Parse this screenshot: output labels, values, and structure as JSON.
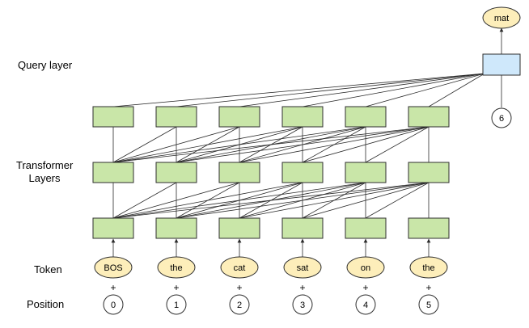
{
  "labels": {
    "query_layer": "Query layer",
    "transformer_layers": "Transformer\nLayers",
    "token": "Token",
    "position": "Position"
  },
  "tokens": [
    "BOS",
    "the",
    "cat",
    "sat",
    "on",
    "the"
  ],
  "positions": [
    "0",
    "1",
    "2",
    "3",
    "4",
    "5"
  ],
  "query": {
    "output": "mat",
    "position": "6"
  },
  "plus_sign": "+",
  "colors": {
    "layer_box": "#c9e6a8",
    "query_box": "#cfe8fb",
    "token_ellipse": "#fdeeba"
  }
}
